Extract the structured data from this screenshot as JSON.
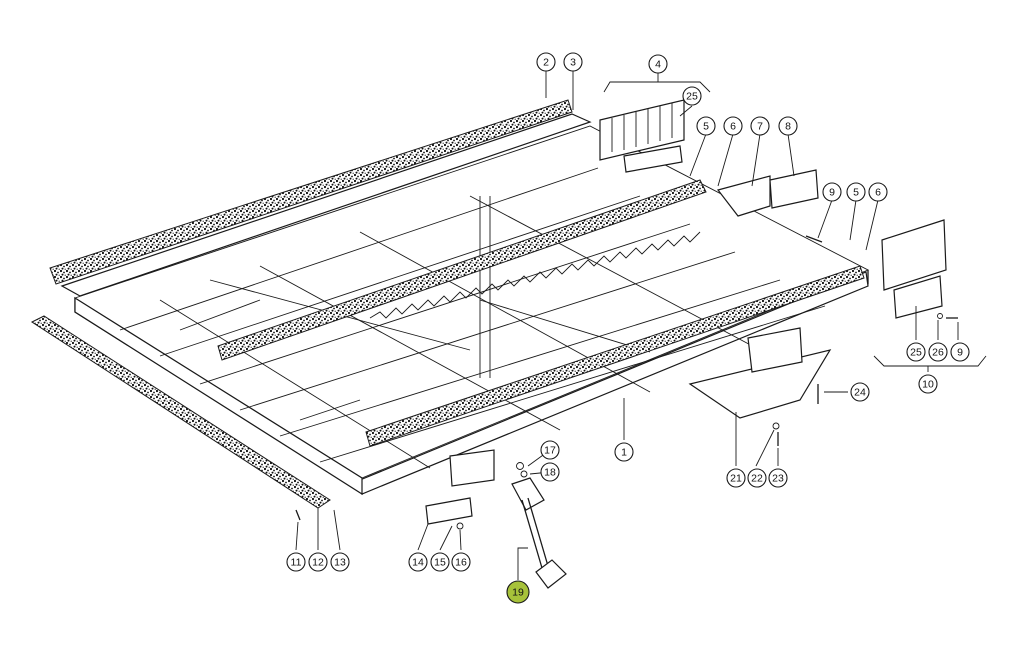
{
  "callouts": [
    {
      "id": "c2",
      "label": "2"
    },
    {
      "id": "c3",
      "label": "3"
    },
    {
      "id": "c4",
      "label": "4"
    },
    {
      "id": "c25a",
      "label": "25"
    },
    {
      "id": "c5a",
      "label": "5"
    },
    {
      "id": "c6a",
      "label": "6"
    },
    {
      "id": "c7",
      "label": "7"
    },
    {
      "id": "c8",
      "label": "8"
    },
    {
      "id": "c9a",
      "label": "9"
    },
    {
      "id": "c5b",
      "label": "5"
    },
    {
      "id": "c6b",
      "label": "6"
    },
    {
      "id": "c25b",
      "label": "25"
    },
    {
      "id": "c26",
      "label": "26"
    },
    {
      "id": "c9b",
      "label": "9"
    },
    {
      "id": "c10",
      "label": "10"
    },
    {
      "id": "c24",
      "label": "24"
    },
    {
      "id": "c1",
      "label": "1"
    },
    {
      "id": "c17",
      "label": "17"
    },
    {
      "id": "c18",
      "label": "18"
    },
    {
      "id": "c21",
      "label": "21"
    },
    {
      "id": "c22",
      "label": "22"
    },
    {
      "id": "c23",
      "label": "23"
    },
    {
      "id": "c11",
      "label": "11"
    },
    {
      "id": "c12",
      "label": "12"
    },
    {
      "id": "c13",
      "label": "13"
    },
    {
      "id": "c14",
      "label": "14"
    },
    {
      "id": "c15",
      "label": "15"
    },
    {
      "id": "c16",
      "label": "16"
    },
    {
      "id": "c19",
      "label": "19",
      "highlighted": true
    }
  ],
  "colors": {
    "highlight": "#a7c23a",
    "line": "#1a1a1a"
  }
}
